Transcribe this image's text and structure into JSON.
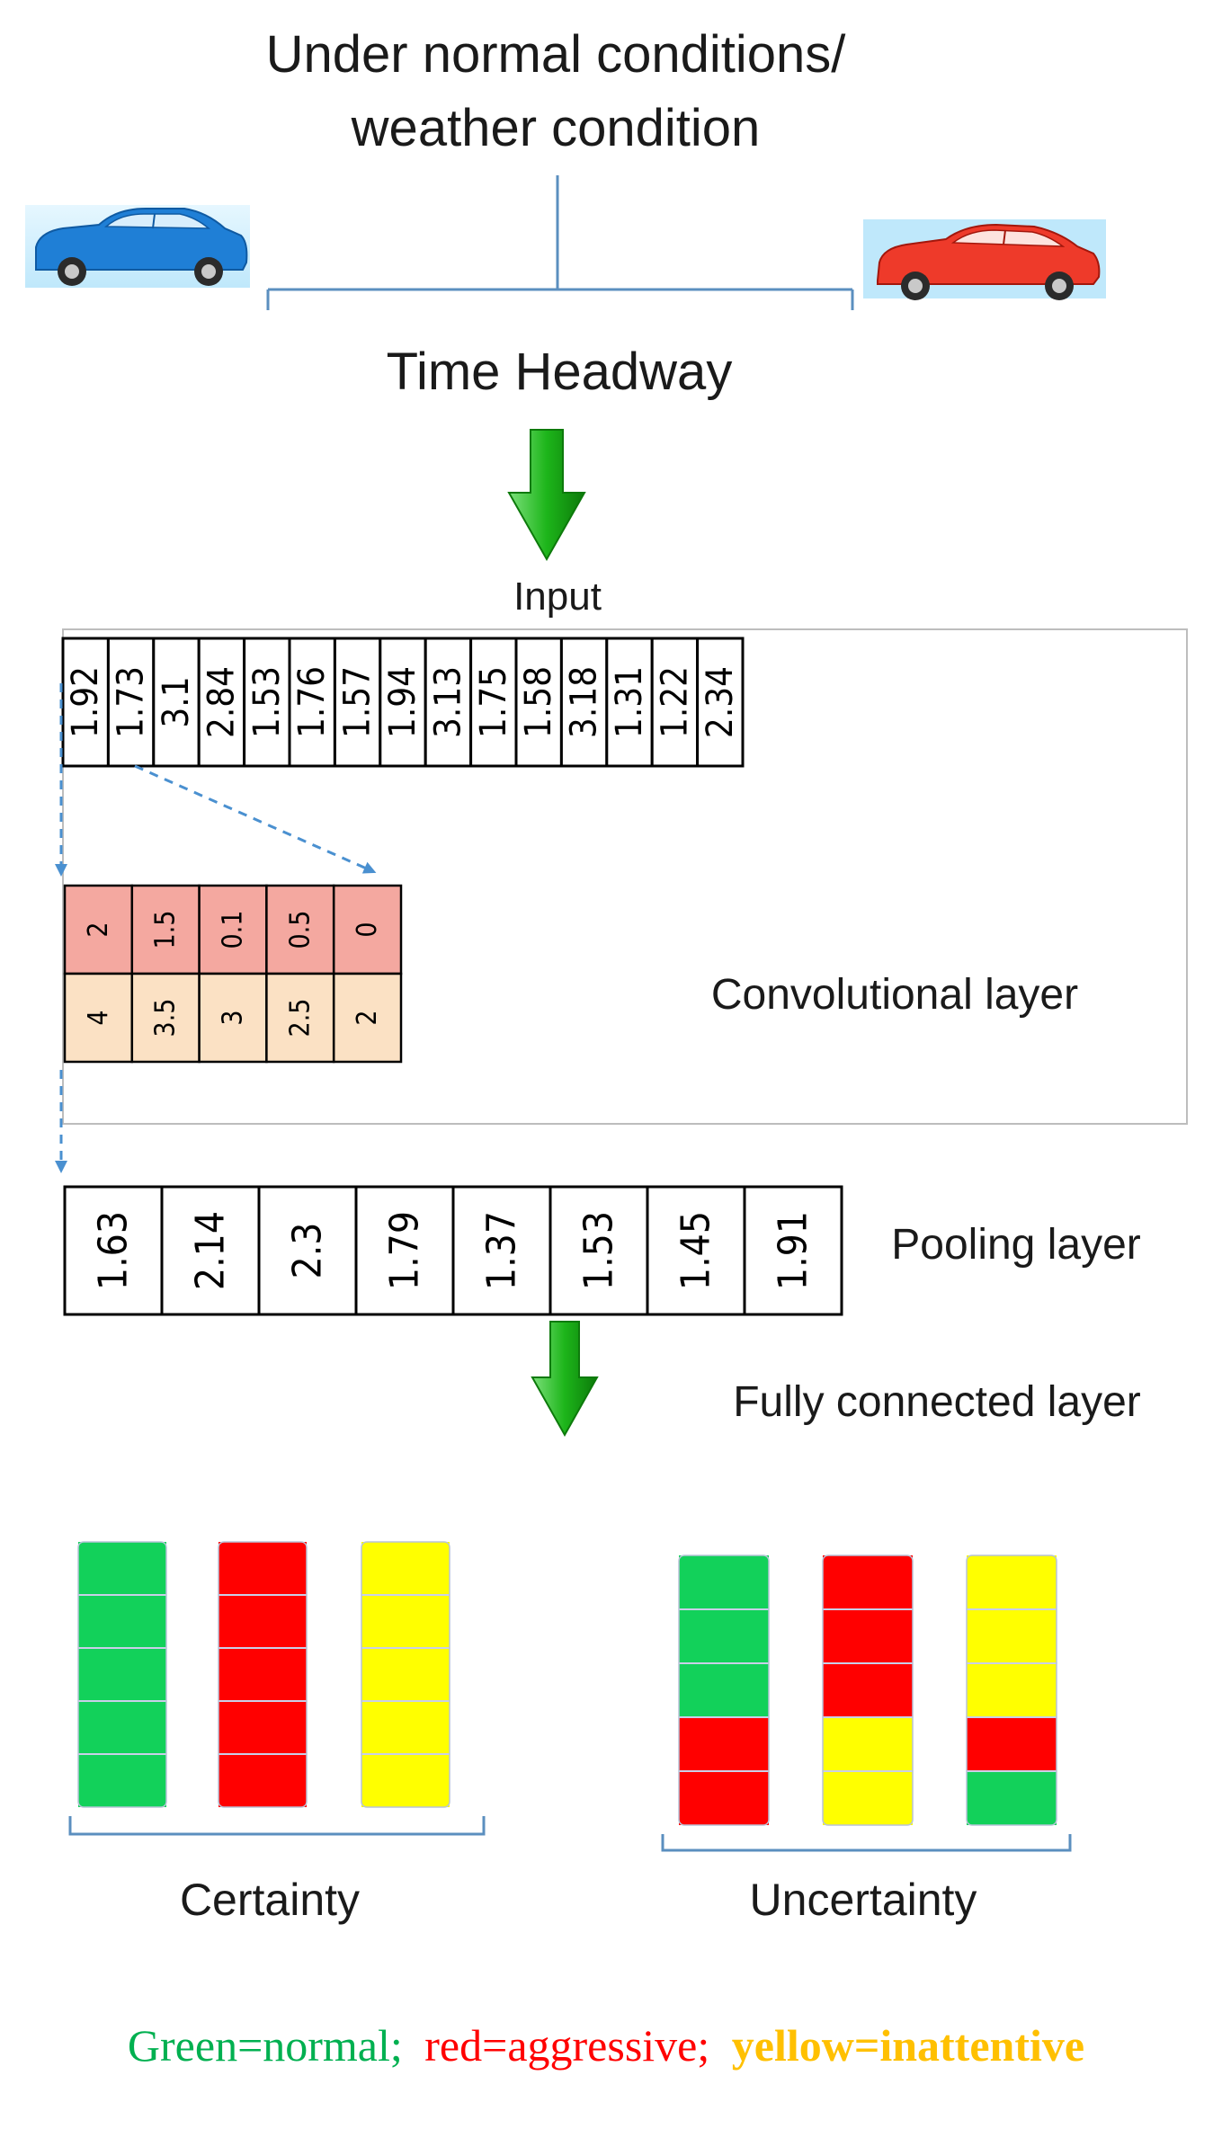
{
  "header": {
    "line1": "Under normal conditions/",
    "line2": "weather condition"
  },
  "time_headway_label": "Time Headway",
  "input_label": "Input",
  "input_values": [
    "1.92",
    "1.73",
    "3.1",
    "2.84",
    "1.53",
    "1.76",
    "1.57",
    "1.94",
    "3.13",
    "1.75",
    "1.58",
    "3.18",
    "1.31",
    "1.22",
    "2.34"
  ],
  "conv_label": "Convolutional layer",
  "conv_rows": [
    [
      "2",
      "1.5",
      "0.1",
      "0.5",
      "0"
    ],
    [
      "4",
      "3.5",
      "3",
      "2.5",
      "2"
    ]
  ],
  "pooling_label": "Pooling layer",
  "pooling_values": [
    "1.63",
    "2.14",
    "2.3",
    "1.79",
    "1.37",
    "1.53",
    "1.45",
    "1.91"
  ],
  "fc_label": "Fully connected layer",
  "certainty_label": "Certainty",
  "uncertainty_label": "Uncertainty",
  "legend": {
    "green": "Green=normal;",
    "red": "red=aggressive;",
    "yellow": "yellow=inattentive"
  },
  "colors": {
    "green": "#12d15a",
    "red": "#ff0000",
    "yellow": "#ffff00",
    "conv_top": "#f4a8a0",
    "conv_bottom": "#fbe1c4",
    "arrow_green": "#22c21e",
    "dashed_blue": "#4a90d0",
    "legend_green": "#00b050",
    "legend_yellow": "#ffc000"
  },
  "certainty_columns": [
    [
      "green",
      "green",
      "green",
      "green",
      "green"
    ],
    [
      "red",
      "red",
      "red",
      "red",
      "red"
    ],
    [
      "yellow",
      "yellow",
      "yellow",
      "yellow",
      "yellow"
    ]
  ],
  "uncertainty_columns": [
    [
      "green",
      "green",
      "green",
      "red",
      "red"
    ],
    [
      "red",
      "red",
      "red",
      "yellow",
      "yellow"
    ],
    [
      "yellow",
      "yellow",
      "yellow",
      "red",
      "green"
    ]
  ]
}
